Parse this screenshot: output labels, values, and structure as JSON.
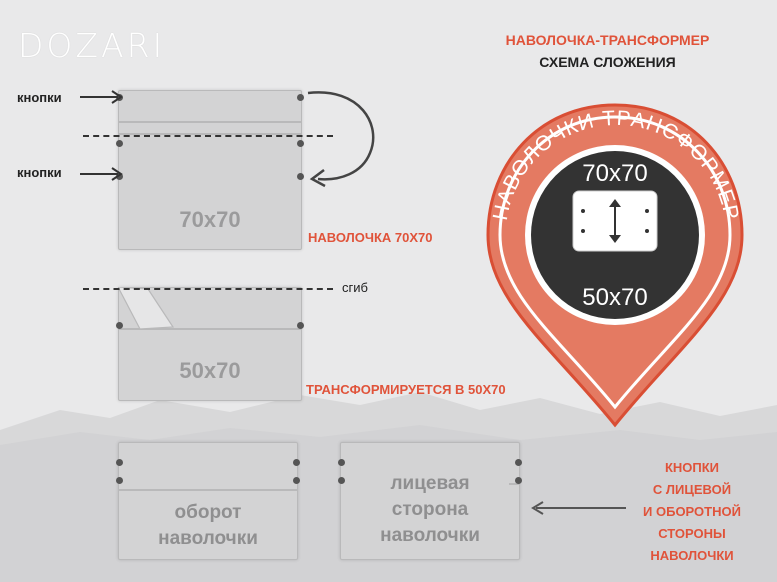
{
  "brand": {
    "logo": "DOZARI"
  },
  "header": {
    "title": "НАВОЛОЧКА-ТРАНСФОРМЕР",
    "subtitle": "СХЕМА СЛОЖЕНИЯ"
  },
  "diagram": {
    "label_knopki": "кнопки",
    "label_sgib": "сгиб",
    "size_70": "70x70",
    "size_50": "50x70",
    "caption_pillow70": "НАВОЛОЧКА 70X70",
    "caption_transform": "ТРАНСФОРМИРУЕТСЯ В 50X70",
    "back_label_1": "оборот",
    "back_label_2": "наволочки",
    "front_label_1": "лицевая",
    "front_label_2": "сторона",
    "front_label_3": "наволочки",
    "snaps_note": [
      "КНОПКИ",
      "С ЛИЦЕВОЙ",
      "И ОБОРОТНОЙ",
      "СТОРОНЫ",
      "НАВОЛОЧКИ"
    ]
  },
  "badge": {
    "arc_text": "НАВОЛОЧКИ ТРАНСФОРМЕР",
    "top_size": "70x70",
    "bottom_size": "50x70"
  },
  "colors": {
    "accent": "#e0533a",
    "badge_dark": "#333333",
    "background": "#e9e9ea"
  }
}
